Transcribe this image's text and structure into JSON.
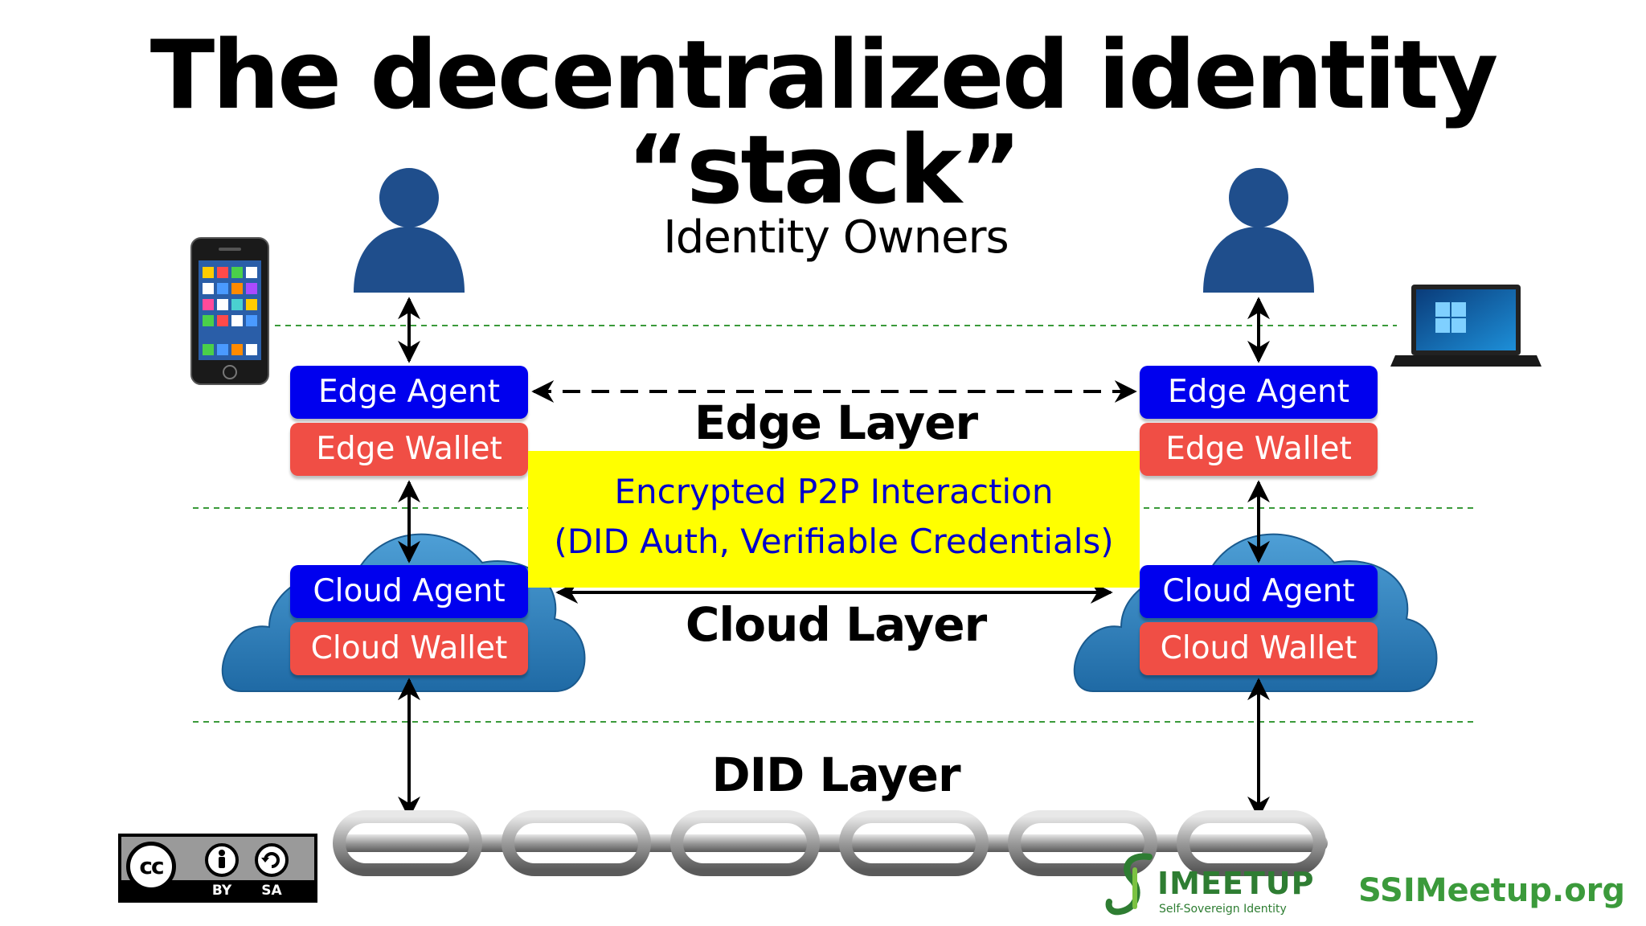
{
  "title": "The decentralized identity “stack”",
  "layers": {
    "owners": "Identity Owners",
    "edge": "Edge Layer",
    "cloud": "Cloud Layer",
    "did": "DID Layer"
  },
  "left": {
    "edge_agent": "Edge Agent",
    "edge_wallet": "Edge Wallet",
    "cloud_agent": "Cloud Agent",
    "cloud_wallet": "Cloud Wallet"
  },
  "right": {
    "edge_agent": "Edge Agent",
    "edge_wallet": "Edge Wallet",
    "cloud_agent": "Cloud Agent",
    "cloud_wallet": "Cloud Wallet"
  },
  "p2p": {
    "line1": "Encrypted P2P Interaction",
    "line2": "(DID Auth, Verifiable Credentials)"
  },
  "license": {
    "cc": "cc",
    "by": "BY",
    "sa": "SA"
  },
  "meetup_logo": {
    "word": "IMEETUP",
    "tagline": "Self-Sovereign Identity"
  },
  "site": "SSIMeetup.org",
  "colors": {
    "agent": "#0000ee",
    "wallet": "#f04e45",
    "person": "#1f4e8c",
    "p2p_box": "#ffff00",
    "p2p_text": "#0000cc",
    "divider": "#3a9a3a",
    "brand_green": "#3b9a3b"
  },
  "icons": [
    "person-icon",
    "smartphone-icon",
    "laptop-icon",
    "cloud-icon",
    "chain-icon",
    "cc-license-icon"
  ]
}
